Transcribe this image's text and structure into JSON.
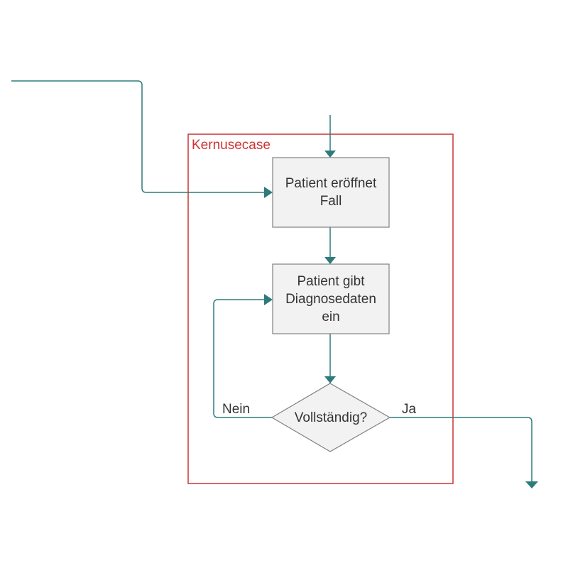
{
  "diagram": {
    "type": "flowchart",
    "colors": {
      "frame": "#cc3333",
      "connector": "#2e7b7b",
      "node_fill": "#f2f2f2",
      "node_stroke": "#808080",
      "text": "#333333"
    },
    "frame": {
      "label": "Kernusecase"
    },
    "nodes": [
      {
        "id": "n1",
        "shape": "rectangle",
        "label": "Patient eröffnet\nFall"
      },
      {
        "id": "n2",
        "shape": "rectangle",
        "label": "Patient gibt\nDiagnosedaten\nein"
      },
      {
        "id": "n3",
        "shape": "diamond",
        "label": "Vollständig?"
      }
    ],
    "edges": [
      {
        "from": "external-left",
        "to": "n1",
        "label": ""
      },
      {
        "from": "external-top",
        "to": "n1",
        "label": ""
      },
      {
        "from": "n1",
        "to": "n2",
        "label": ""
      },
      {
        "from": "n2",
        "to": "n3",
        "label": ""
      },
      {
        "from": "n3",
        "to": "n2",
        "label": "Nein"
      },
      {
        "from": "n3",
        "to": "external-bottom-right",
        "label": "Ja"
      }
    ]
  }
}
